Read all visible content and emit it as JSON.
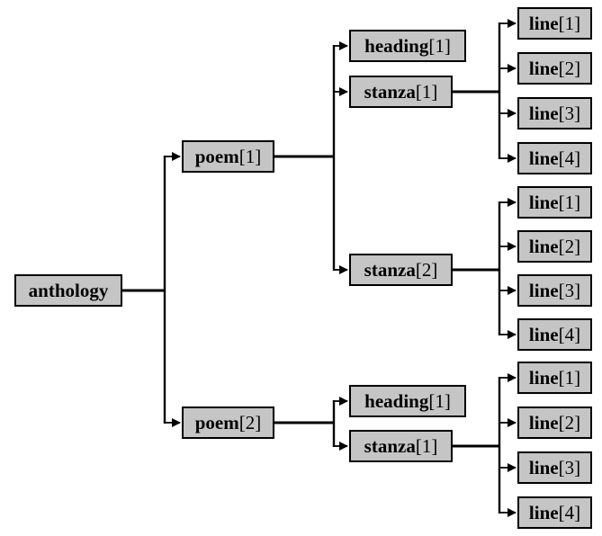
{
  "diagram": {
    "background": "#ffffff",
    "node_fill": "#c5c5c5",
    "node_border": "#000000",
    "connector_color": "#000000"
  },
  "tree_description": "anthology > poem[1..2] > heading/stanza > line[1..4]",
  "nodes": [
    {
      "name": "anthology",
      "index": ""
    },
    {
      "name": "poem",
      "index": "[1]"
    },
    {
      "name": "heading",
      "index": "[1]"
    },
    {
      "name": "stanza",
      "index": "[1]"
    },
    {
      "name": "line",
      "index": "[1]"
    },
    {
      "name": "line",
      "index": "[2]"
    },
    {
      "name": "line",
      "index": "[3]"
    },
    {
      "name": "line",
      "index": "[4]"
    },
    {
      "name": "stanza",
      "index": "[2]"
    },
    {
      "name": "line",
      "index": "[1]"
    },
    {
      "name": "line",
      "index": "[2]"
    },
    {
      "name": "line",
      "index": "[3]"
    },
    {
      "name": "line",
      "index": "[4]"
    },
    {
      "name": "poem",
      "index": "[2]"
    },
    {
      "name": "heading",
      "index": "[1]"
    },
    {
      "name": "stanza",
      "index": "[1]"
    },
    {
      "name": "line",
      "index": "[1]"
    },
    {
      "name": "line",
      "index": "[2]"
    },
    {
      "name": "line",
      "index": "[3]"
    },
    {
      "name": "line",
      "index": "[4]"
    }
  ]
}
